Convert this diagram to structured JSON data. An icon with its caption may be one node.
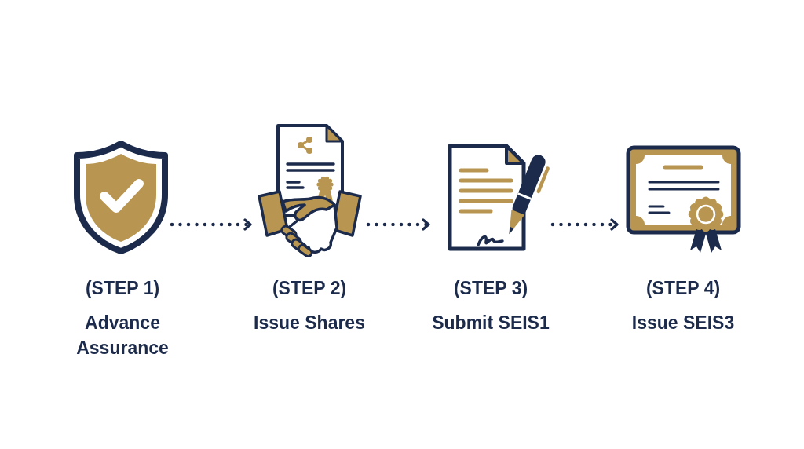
{
  "diagram": {
    "nodes": [
      {
        "text": [
          "(STEP 1)",
          "Advance Assurance"
        ]
      },
      {
        "text": [
          "(STEP 2)",
          "Issue Shares"
        ]
      },
      {
        "text": [
          "(STEP 3)",
          "Submit SEIS1"
        ]
      },
      {
        "text": [
          "(STEP 4)",
          "Issue SEIS3"
        ]
      }
    ],
    "edges": [
      {
        "from": 0,
        "to": 1,
        "arrow": "to"
      },
      {
        "from": 1,
        "to": 2,
        "arrow": "to"
      },
      {
        "from": 2,
        "to": 3,
        "arrow": "to"
      }
    ]
  }
}
